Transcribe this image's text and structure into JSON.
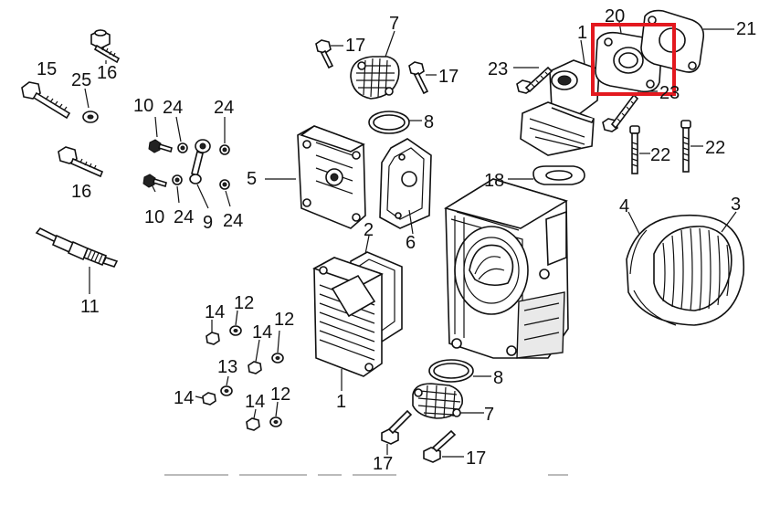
{
  "diagram": {
    "highlight_color": "#e3191f",
    "line_color": "#111111",
    "background": "#ffffff",
    "highlighted_part": "20",
    "labels": [
      {
        "id": "lbl-1a",
        "text": "1"
      },
      {
        "id": "lbl-1b",
        "text": "1"
      },
      {
        "id": "lbl-2",
        "text": "2"
      },
      {
        "id": "lbl-3",
        "text": "3"
      },
      {
        "id": "lbl-4",
        "text": "4"
      },
      {
        "id": "lbl-5",
        "text": "5"
      },
      {
        "id": "lbl-6",
        "text": "6"
      },
      {
        "id": "lbl-7a",
        "text": "7"
      },
      {
        "id": "lbl-7b",
        "text": "7"
      },
      {
        "id": "lbl-8a",
        "text": "8"
      },
      {
        "id": "lbl-8b",
        "text": "8"
      },
      {
        "id": "lbl-9",
        "text": "9"
      },
      {
        "id": "lbl-10a",
        "text": "10"
      },
      {
        "id": "lbl-10b",
        "text": "10"
      },
      {
        "id": "lbl-11",
        "text": "11"
      },
      {
        "id": "lbl-12a",
        "text": "12"
      },
      {
        "id": "lbl-12b",
        "text": "12"
      },
      {
        "id": "lbl-12c",
        "text": "12"
      },
      {
        "id": "lbl-13",
        "text": "13"
      },
      {
        "id": "lbl-14a",
        "text": "14"
      },
      {
        "id": "lbl-14b",
        "text": "14"
      },
      {
        "id": "lbl-14c",
        "text": "14"
      },
      {
        "id": "lbl-14d",
        "text": "14"
      },
      {
        "id": "lbl-15",
        "text": "15"
      },
      {
        "id": "lbl-16a",
        "text": "16"
      },
      {
        "id": "lbl-16b",
        "text": "16"
      },
      {
        "id": "lbl-17a",
        "text": "17"
      },
      {
        "id": "lbl-17b",
        "text": "17"
      },
      {
        "id": "lbl-17c",
        "text": "17"
      },
      {
        "id": "lbl-17d",
        "text": "17"
      },
      {
        "id": "lbl-18",
        "text": "18"
      },
      {
        "id": "lbl-20",
        "text": "20"
      },
      {
        "id": "lbl-21",
        "text": "21"
      },
      {
        "id": "lbl-22a",
        "text": "22"
      },
      {
        "id": "lbl-22b",
        "text": "22"
      },
      {
        "id": "lbl-23a",
        "text": "23"
      },
      {
        "id": "lbl-23b",
        "text": "23"
      },
      {
        "id": "lbl-24a",
        "text": "24"
      },
      {
        "id": "lbl-24b",
        "text": "24"
      },
      {
        "id": "lbl-24c",
        "text": "24"
      },
      {
        "id": "lbl-24d",
        "text": "24"
      },
      {
        "id": "lbl-25",
        "text": "25"
      }
    ]
  }
}
